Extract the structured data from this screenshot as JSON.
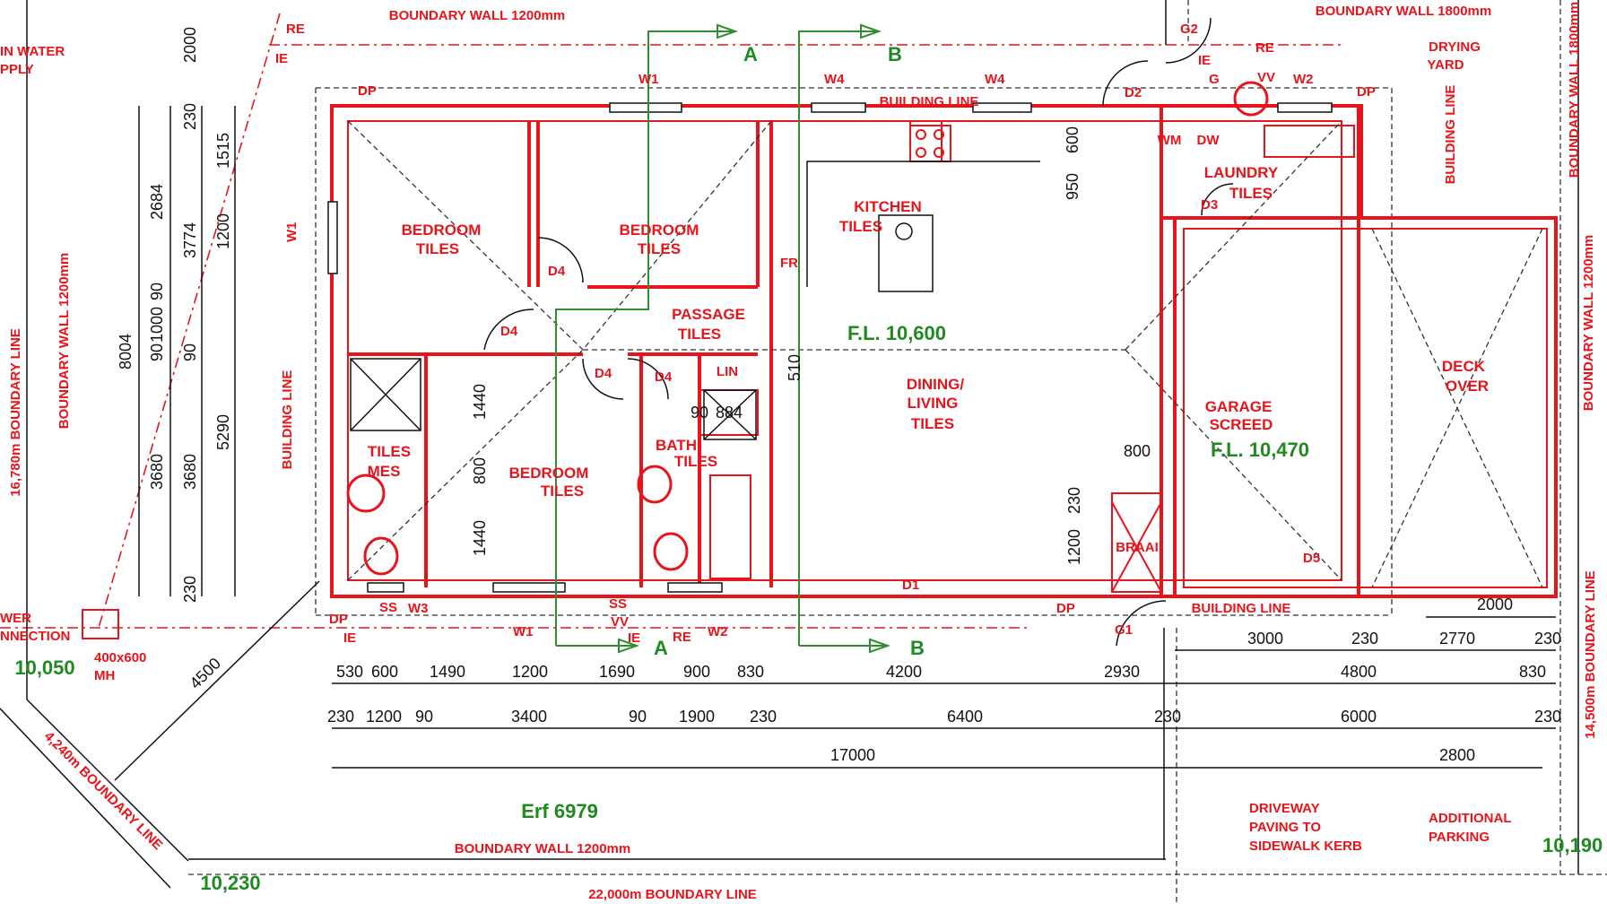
{
  "site": {
    "erf": "Erf 6979",
    "levels": {
      "fl_house": "F.L. 10,600",
      "fl_garage": "F.L. 10,470",
      "corner_left": "10,050",
      "corner_bottom": "10,230",
      "corner_right": "10,190"
    },
    "boundaries": {
      "top_left": "BOUNDARY WALL 1200mm",
      "top_right": "BOUNDARY WALL 1800mm",
      "bottom": "BOUNDARY WALL 1200mm",
      "bottom_line": "22,000m BOUNDARY LINE",
      "left_wall": "BOUNDARY WALL 1200mm",
      "left_line": "16,780m BOUNDARY LINE",
      "right_wall": "BOUNDARY WALL 1200mm",
      "right_line": "14,500m BOUNDARY LINE",
      "diagonal": "4,240m BOUNDARY LINE"
    },
    "building_line": "BUILDING LINE",
    "notes": {
      "main_water": "IN WATER",
      "main_water_2": "PPLY",
      "sewer": "WER",
      "sewer_2": "NNECTION",
      "manhole": "400x600",
      "manhole_2": "MH",
      "drying_yard": "DRYING",
      "drying_yard_2": "YARD",
      "driveway": "DRIVEWAY",
      "driveway_2": "PAVING TO",
      "driveway_3": "SIDEWALK KERB",
      "parking": "ADDITIONAL",
      "parking_2": "PARKING"
    }
  },
  "rooms": {
    "bedroom1": [
      "BEDROOM",
      "TILES"
    ],
    "bedroom2": [
      "BEDROOM",
      "TILES"
    ],
    "bedroom3": [
      "BEDROOM",
      "TILES"
    ],
    "passage": [
      "PASSAGE",
      "TILES"
    ],
    "kitchen": [
      "KITCHEN",
      "TILES"
    ],
    "dining": [
      "DINING/",
      "LIVING",
      "TILES"
    ],
    "mes": [
      "TILES",
      "MES"
    ],
    "bath": [
      "BATH",
      "TILES"
    ],
    "laundry": [
      "LAUNDRY",
      "TILES"
    ],
    "garage": [
      "GARAGE",
      "SCREED"
    ],
    "deck": [
      "DECK",
      "OVER"
    ],
    "braai": "BRAAI",
    "lin": "LIN",
    "fr": "FR",
    "wm": "WM",
    "dw": "DW"
  },
  "tags": {
    "re": "RE",
    "ie": "IE",
    "dp": "DP",
    "ss": "SS",
    "vv": "VV",
    "g": "G",
    "w1": "W1",
    "w2": "W2",
    "w3": "W3",
    "w4": "W4",
    "d1": "D1",
    "d2": "D2",
    "d3": "D3",
    "d4": "D4",
    "d5": "D5",
    "g1": "G1",
    "g2": "G2",
    "section_a": "A",
    "section_b": "B"
  },
  "dimensions": {
    "row1": [
      "530",
      "600",
      "1490",
      "1200",
      "1690",
      "900",
      "830",
      "4200",
      "2930",
      "4800",
      "830"
    ],
    "row2": [
      "230",
      "1200",
      "90",
      "3400",
      "90",
      "1900",
      "230",
      "6400",
      "230",
      "6000",
      "230"
    ],
    "overall": "17000",
    "deck_row": [
      "2000",
      "3000",
      "230",
      "2770",
      "230"
    ],
    "right_2800": "2800",
    "left_col_a": "8004",
    "left_col_b": [
      "2684",
      "90",
      "1000",
      "90",
      "3680"
    ],
    "left_col_c": [
      "230",
      "3774",
      "90",
      "3680",
      "230"
    ],
    "left_col_d": [
      "1515",
      "1200",
      "5290"
    ],
    "top_2000": "2000",
    "diag_4500": "4500",
    "kitchen": [
      "600",
      "950"
    ],
    "passage_510": "510",
    "bed3": [
      "1440",
      "800",
      "1440"
    ],
    "shower": [
      "90",
      "884"
    ],
    "braai_800": "800",
    "braai_v": [
      "1200",
      "230"
    ]
  },
  "colors": {
    "walls": "#e8141b",
    "levels": "#1f8a1f",
    "dims": "#111111"
  }
}
